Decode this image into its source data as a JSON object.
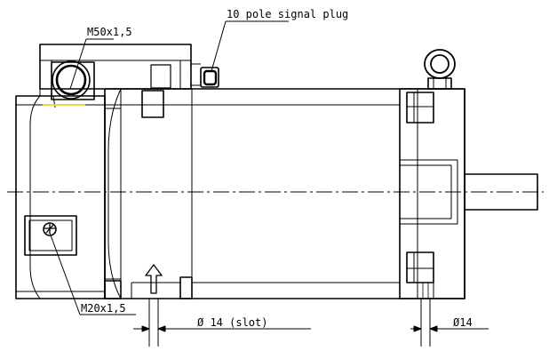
{
  "labels": {
    "signal_plug": "10 pole signal plug",
    "cable_gland_top": "M50x1,5",
    "cable_gland_bottom": "M20x1,5",
    "slot_dim": "Ø 14 (slot)",
    "shaft_dim": "Ø14"
  }
}
